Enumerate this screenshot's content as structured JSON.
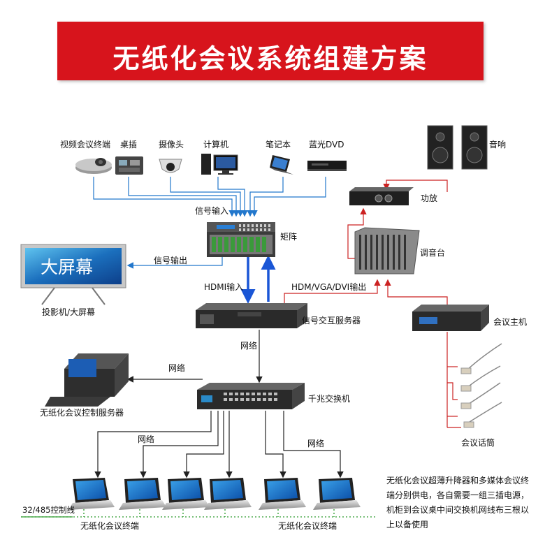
{
  "title": "无纸化会议系统组建方案",
  "devices": {
    "video_terminal": "视频会议终端",
    "desk_socket": "桌插",
    "camera": "摄像头",
    "computer": "计算机",
    "laptop": "笔记本",
    "bluray": "蓝光DVD",
    "matrix": "矩阵",
    "big_screen": "投影机/大屏幕",
    "big_screen_text": "大屏幕",
    "signal_server": "信号交互服务器",
    "speaker": "音响",
    "amplifier": "功放",
    "mixer": "调音台",
    "conference_host": "会议主机",
    "microphone": "会议话筒",
    "control_server": "无纸化会议控制服务器",
    "switch": "千兆交换机",
    "terminal_left": "无纸化会议终端",
    "terminal_right": "无纸化会议终端"
  },
  "links": {
    "signal_in": "信号输入",
    "signal_out": "信号输出",
    "hdmi_in": "HDMI输入",
    "hdm_vga_dvi_out": "HDM/VGA/DVI输出",
    "network_server": "网络",
    "network_control": "网络",
    "network_left": "网络",
    "network_right": "网络",
    "control_line": "32/485控制线"
  },
  "note": "无纸化会议超薄升降器和多媒体会议终端分别供电，各自需要一组三插电源，机柜到会议桌中间交换机网线布三根以上以备使用",
  "colors": {
    "banner": "#d7141c",
    "signal_blue": "#2277cc",
    "thick_blue": "#1a56d6",
    "audio_red": "#cc2222",
    "green_dotted": "#2a9a2a"
  }
}
